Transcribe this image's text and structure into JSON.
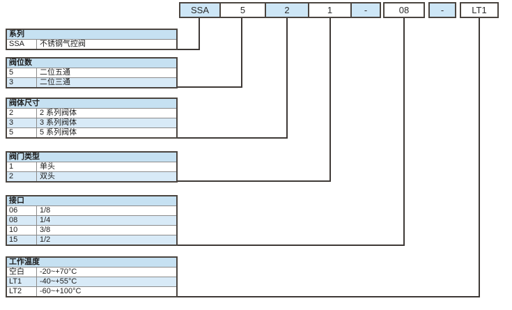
{
  "model_code": {
    "segments": [
      {
        "text": "SSA",
        "connects_to": "series"
      },
      {
        "text": "5",
        "connects_to": "valve_positions"
      },
      {
        "text": "2",
        "connects_to": "body_size"
      },
      {
        "text": "1",
        "connects_to": "valve_type"
      },
      {
        "text": "-"
      },
      {
        "text": "08",
        "connects_to": "port"
      },
      {
        "text": "-"
      },
      {
        "text": "LT1",
        "connects_to": "temperature"
      }
    ]
  },
  "tables": [
    {
      "title": "系列",
      "rows": [
        {
          "code": "SSA",
          "desc": "不锈钢气控阀"
        }
      ]
    },
    {
      "title": "阀位数",
      "rows": [
        {
          "code": "5",
          "desc": "二位五通"
        },
        {
          "code": "3",
          "desc": "二位三通"
        }
      ]
    },
    {
      "title": "阀体尺寸",
      "rows": [
        {
          "code": "2",
          "desc": "2 系列阀体"
        },
        {
          "code": "3",
          "desc": "3 系列阀体"
        },
        {
          "code": "5",
          "desc": "5 系列阀体"
        }
      ]
    },
    {
      "title": "阀门类型",
      "rows": [
        {
          "code": "1",
          "desc": "单头"
        },
        {
          "code": "2",
          "desc": "双头"
        }
      ]
    },
    {
      "title": "接口",
      "rows": [
        {
          "code": "06",
          "desc": "1/8"
        },
        {
          "code": "08",
          "desc": "1/4"
        },
        {
          "code": "10",
          "desc": "3/8"
        },
        {
          "code": "15",
          "desc": "1/2"
        }
      ]
    },
    {
      "title": "工作温度",
      "rows": [
        {
          "code": "空白",
          "desc": "-20~+70°C"
        },
        {
          "code": "LT1",
          "desc": "-40~+55°C"
        },
        {
          "code": "LT2",
          "desc": "-60~+100°C"
        }
      ]
    }
  ],
  "colors": {
    "segment_fill_blue": "#cde6f6",
    "table_header_blue": "#c6e1f2",
    "row_alt_blue": "#d8eaf7",
    "line_dark": "#3d3835"
  }
}
